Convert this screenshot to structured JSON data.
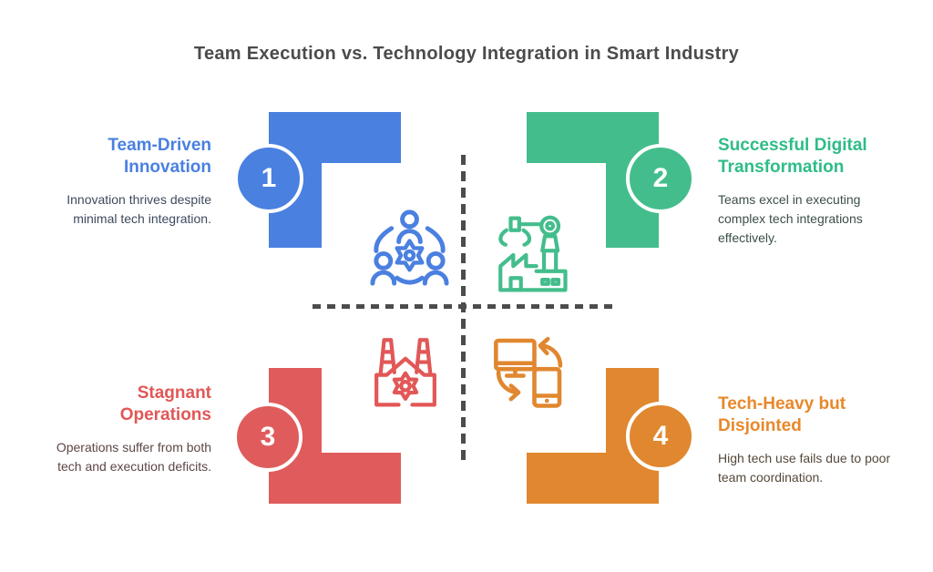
{
  "title": "Team Execution vs. Technology Integration in Smart Industry",
  "colors": {
    "title_text": "#4b4b4b",
    "axis_dash": "#4c4c4c",
    "q1_blue": "#4a80e0",
    "q2_green": "#44bd8c",
    "q3_red": "#e05c5c",
    "q4_orange": "#e0872f"
  },
  "quadrants": [
    {
      "number": "1",
      "heading": "Team-Driven Innovation",
      "body": "Innovation thrives despite minimal tech integration.",
      "color": "#4a80e0",
      "icon": "team-collaboration-icon"
    },
    {
      "number": "2",
      "heading": "Successful Digital Transformation",
      "body": "Teams excel in executing complex tech integrations effectively.",
      "color": "#44bd8c",
      "icon": "smart-factory-robot-arm-icon"
    },
    {
      "number": "3",
      "heading": "Stagnant Operations",
      "body": "Operations suffer from both tech and execution deficits.",
      "color": "#e05c5c",
      "icon": "factory-chimneys-gear-icon"
    },
    {
      "number": "4",
      "heading": "Tech-Heavy but Disjointed",
      "body": "High tech use fails due to poor team coordination.",
      "color": "#e0872f",
      "icon": "device-sync-icon"
    }
  ]
}
